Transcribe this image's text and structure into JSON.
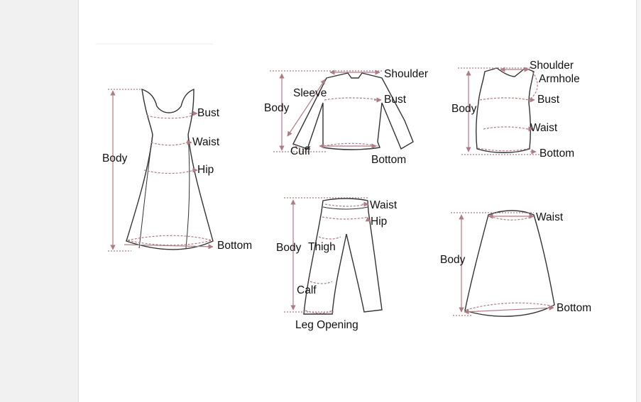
{
  "colors": {
    "outline": "#333333",
    "measure": "#b07c84",
    "background": "#ffffff",
    "margin": "#f1f1f1"
  },
  "dress": {
    "bust": "Bust",
    "waist": "Waist",
    "hip": "Hip",
    "body": "Body",
    "bottom": "Bottom"
  },
  "shirt": {
    "shoulder": "Shoulder",
    "sleeve": "Sleeve",
    "bust": "Bust",
    "body": "Body",
    "cuff": "Cuff",
    "bottom": "Bottom"
  },
  "vest": {
    "shoulder": "Shoulder",
    "armhole": "Armhole",
    "bust": "Bust",
    "body": "Body",
    "waist": "Waist",
    "bottom": "Bottom"
  },
  "pants": {
    "waist": "Waist",
    "hip": "Hip",
    "body": "Body",
    "thigh": "Thigh",
    "calf": "Calf",
    "leg_opening": "Leg Opening"
  },
  "skirt": {
    "waist": "Waist",
    "body": "Body",
    "bottom": "Bottom"
  }
}
